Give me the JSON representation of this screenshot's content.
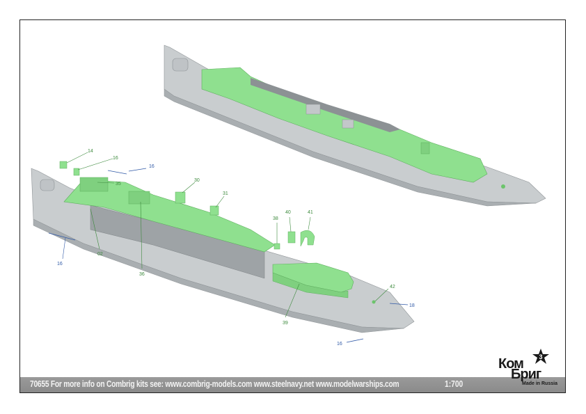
{
  "footer": {
    "info_text": "70655 For more info on Combrig kits see: www.combrig-models.com www.steelnavy.net www.modelwarships.com",
    "scale": "1:700"
  },
  "logo": {
    "line1": "Ком",
    "line2": "Бриг",
    "tagline": "Made in Russia",
    "star_text": "3"
  },
  "colors": {
    "hull": "#c9cdcf",
    "hull_dark": "#a9aeb1",
    "deck_green": "#8fe08f",
    "green_label": "#3d8a3d",
    "blue_label": "#2f58a6"
  },
  "part_labels": {
    "p14": "14",
    "p16a": "16",
    "p16b": "16",
    "p16c": "16",
    "p16d": "16",
    "p18": "18",
    "p30": "30",
    "p31": "31",
    "p35": "35",
    "p02": "02",
    "p36": "36",
    "p38": "38",
    "p39": "39",
    "p40": "40",
    "p41": "41",
    "p42": "42"
  }
}
